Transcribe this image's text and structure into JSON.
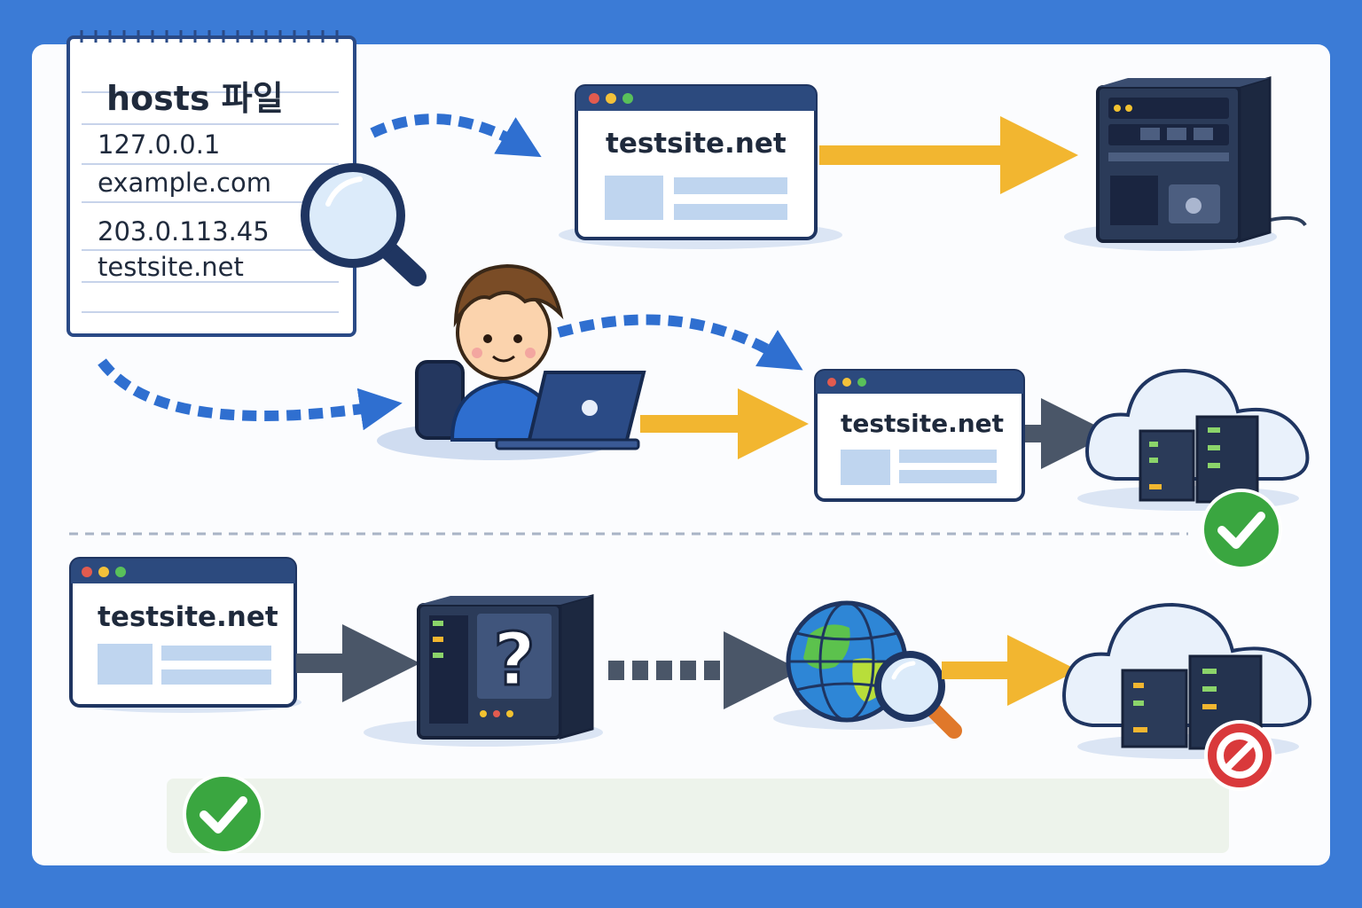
{
  "hosts_note": {
    "title": "hosts 파일",
    "entries": [
      {
        "ip": "127.0.0.1",
        "host": "example.com"
      },
      {
        "ip": "203.0.113.45",
        "host": "testsite.net"
      }
    ]
  },
  "browsers": {
    "top": {
      "url": "testsite.net"
    },
    "middle": {
      "url": "testsite.net"
    },
    "bottom": {
      "url": "testsite.net"
    }
  },
  "icons": {
    "magnifier": "magnifier-icon",
    "server": "server-icon",
    "unknown_server": "question-server-icon",
    "globe": "globe-icon",
    "cloud_server": "cloud-server-icon",
    "success": "check-circle-icon",
    "blocked": "no-entry-icon",
    "user": "user-laptop-icon"
  },
  "colors": {
    "background": "#3b7bd6",
    "panel": "#fbfcfe",
    "navy": "#1f3561",
    "dashed_blue": "#2f6fd0",
    "yellow_arrow": "#f2b630",
    "gray_arrow": "#4a5668",
    "success_green": "#3aa640",
    "blocked_red": "#d9393b"
  }
}
